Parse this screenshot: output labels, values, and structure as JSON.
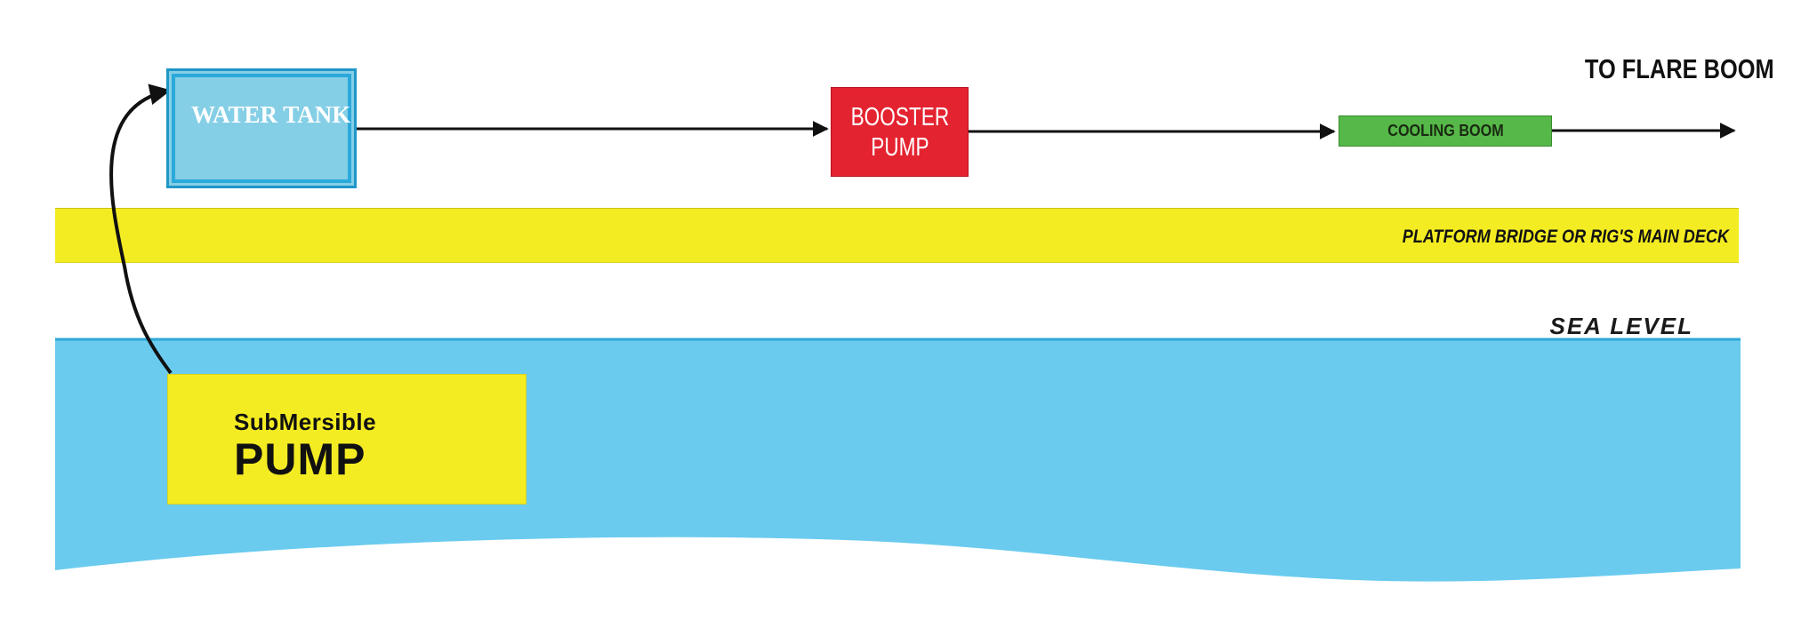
{
  "nodes": {
    "water_tank": "WATER TANK",
    "booster_pump": {
      "line1": "BOOSTER",
      "line2": "PUMP"
    },
    "cooling_boom": "COOLING BOOM",
    "submersible_pump": {
      "line1": "SubMersible",
      "line2": "PUMP"
    }
  },
  "labels": {
    "to_flare_boom": "TO FLARE BOOM",
    "deck": "PLATFORM BRIDGE OR RIG'S MAIN DECK",
    "sea_level": "SEA LEVEL"
  },
  "colors": {
    "sea": "#6acbef",
    "deck": "#f4ec22",
    "water_tank": "#85cfe6",
    "booster_pump": "#e42330",
    "cooling_boom": "#55b848",
    "submersible_pump": "#f4ec22"
  },
  "edges": [
    {
      "from": "submersible_pump",
      "to": "water_tank"
    },
    {
      "from": "water_tank",
      "to": "booster_pump"
    },
    {
      "from": "booster_pump",
      "to": "cooling_boom"
    },
    {
      "from": "cooling_boom",
      "to": "to_flare_boom"
    }
  ]
}
